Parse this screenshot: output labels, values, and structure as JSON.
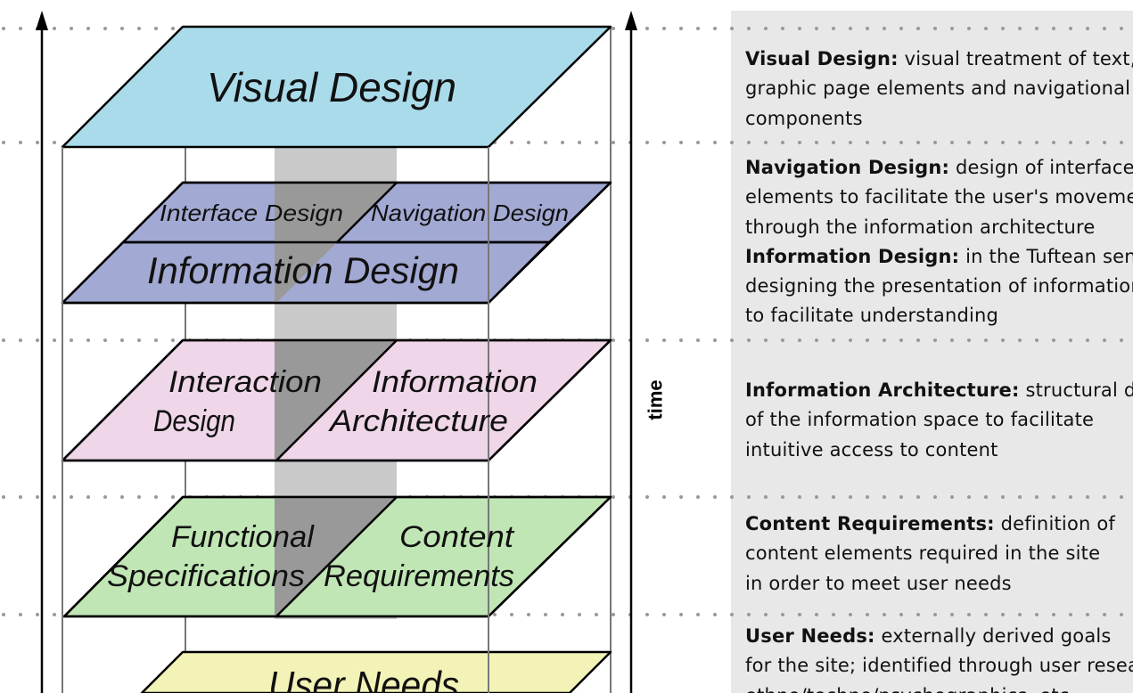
{
  "axis": {
    "time_label": "time"
  },
  "planes": {
    "visual": "Visual Design",
    "interface": "Interface Design",
    "navigation": "Navigation Design",
    "information_design": "Information Design",
    "interaction": [
      "Interaction",
      "Design"
    ],
    "information_architecture": [
      "Information",
      "Architecture"
    ],
    "functional": [
      "Functional",
      "Specifications"
    ],
    "content": [
      "Content",
      "Requirements"
    ],
    "user_needs": "User Needs"
  },
  "colors": {
    "visual": "#a9dbea",
    "blue": "#a2a9d3",
    "pink": "#efd6e8",
    "green": "#c1e6b5",
    "yellow": "#f3f3b7",
    "column_light": "#c9c9c9",
    "column_dark": "#999999",
    "panel": "#e8e8e8"
  },
  "descriptions": [
    {
      "term": "Visual Design:",
      "lines": [
        " visual treatment of text,",
        "graphic page elements and navigational",
        "components"
      ]
    },
    {
      "term": "Navigation Design:",
      "lines": [
        " design of interface",
        "elements to facilitate the user's movement",
        "through the information architecture"
      ]
    },
    {
      "term": "Information Design:",
      "lines": [
        " in the Tuftean sense:",
        "designing the presentation of information",
        "to facilitate understanding"
      ]
    },
    {
      "term": "Information Architecture:",
      "lines": [
        " structural design",
        "of the information space to facilitate",
        "intuitive access to content"
      ]
    },
    {
      "term": "Content Requirements:",
      "lines": [
        " definition of",
        "content elements required in the site",
        "in order to meet user needs"
      ]
    },
    {
      "term": "User Needs:",
      "lines": [
        " externally derived goals",
        "for the site; identified through user research,",
        "ethno/techno/psychographics, etc."
      ]
    }
  ]
}
